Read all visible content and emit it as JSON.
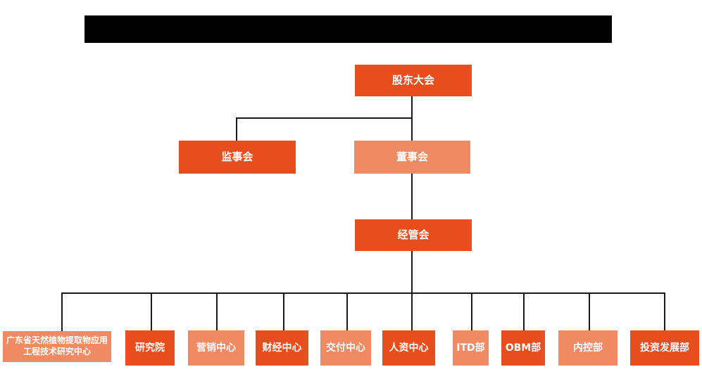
{
  "colors": {
    "node_primary": "#E84E1D",
    "node_secondary": "#EF8A62",
    "connector": "#1A1A1A",
    "redaction": "#000000",
    "background": "#FFFFFF"
  },
  "redacted_title": {
    "note": "solid black redaction bar, no visible text"
  },
  "org_chart": {
    "type": "org-tree",
    "root": {
      "label": "股东大会",
      "style": "primary"
    },
    "level2": [
      {
        "label": "监事会",
        "style": "primary",
        "parent": "股东大会"
      },
      {
        "label": "董事会",
        "style": "secondary",
        "parent": "股东大会"
      }
    ],
    "level3": {
      "label": "经管会",
      "style": "primary",
      "parent": "董事会"
    },
    "departments": [
      {
        "label": "广东省天然植物提取物应用工程技术研究中心",
        "style": "secondary",
        "parent": "经管会"
      },
      {
        "label": "研究院",
        "style": "primary",
        "parent": "经管会"
      },
      {
        "label": "营销中心",
        "style": "secondary",
        "parent": "经管会"
      },
      {
        "label": "财经中心",
        "style": "primary",
        "parent": "经管会"
      },
      {
        "label": "交付中心",
        "style": "secondary",
        "parent": "经管会"
      },
      {
        "label": "人资中心",
        "style": "primary",
        "parent": "经管会"
      },
      {
        "label": "ITD部",
        "style": "secondary",
        "parent": "经管会"
      },
      {
        "label": "OBM部",
        "style": "primary",
        "parent": "经管会"
      },
      {
        "label": "内控部",
        "style": "secondary",
        "parent": "经管会"
      },
      {
        "label": "投资发展部",
        "style": "primary",
        "parent": "经管会"
      }
    ]
  }
}
